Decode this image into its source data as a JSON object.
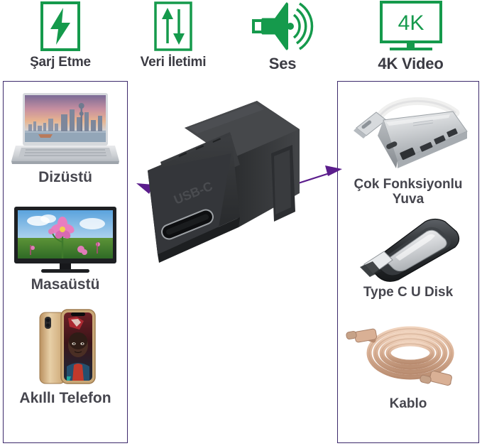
{
  "features": [
    {
      "id": "charging",
      "label": "Şarj Etme",
      "icon": "lightning-bolt-icon",
      "color": "#159a4c"
    },
    {
      "id": "data-transfer",
      "label": "Veri İletimi",
      "icon": "up-down-arrows-icon",
      "color": "#159a4c"
    },
    {
      "id": "audio",
      "label": "Ses",
      "icon": "speaker-waves-icon",
      "color": "#159a4c"
    },
    {
      "id": "video",
      "label": "4K Video",
      "icon": "monitor-4k-icon",
      "color": "#159a4c",
      "screen_text": "4K"
    }
  ],
  "left_panel": {
    "items": [
      {
        "id": "laptop",
        "label": "Dizüstü",
        "image": "laptop-image"
      },
      {
        "id": "desktop",
        "label": "Masaüstü",
        "image": "monitor-image"
      },
      {
        "id": "smartphone",
        "label": "Akıllı Telefon",
        "image": "smartphone-image"
      }
    ]
  },
  "right_panel": {
    "items": [
      {
        "id": "dock",
        "label": "Çok Fonksiyonlu Yuva",
        "label_line1": "Çok Fonksiyonlu",
        "label_line2": "Yuva",
        "image": "multiport-hub-image"
      },
      {
        "id": "udisk",
        "label": "Type C U Disk",
        "image": "usb-flash-drive-image"
      },
      {
        "id": "cable",
        "label": "Kablo",
        "image": "usb-c-cable-image"
      }
    ]
  },
  "center": {
    "product": "usb-c-keystone-coupler",
    "embossed_text": "USB-C"
  },
  "arrows": [
    {
      "id": "arrow-left",
      "direction": "left",
      "color": "#5b1d8c"
    },
    {
      "id": "arrow-right",
      "direction": "right",
      "color": "#5b1d8c"
    }
  ],
  "colors": {
    "accent_green": "#159a4c",
    "panel_border": "#3d2a6b",
    "arrow_purple": "#5b1d8c",
    "text_dark": "#46464e",
    "background": "#ffffff"
  }
}
